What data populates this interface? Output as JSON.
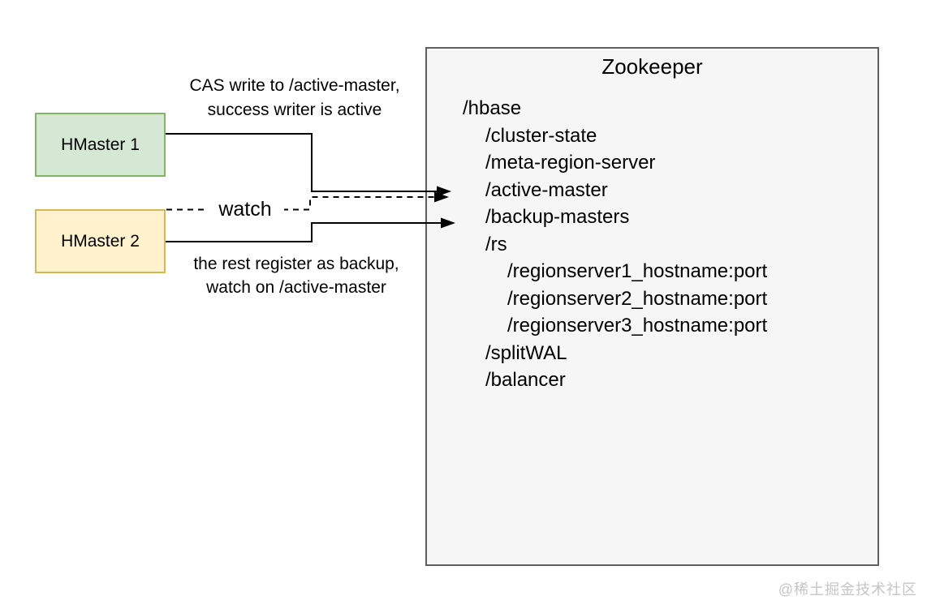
{
  "masters": [
    {
      "label": "HMaster 1",
      "fill": "#d5e8d4",
      "border": "#82b366"
    },
    {
      "label": "HMaster 2",
      "fill": "#fff2cc",
      "border": "#d6b656"
    }
  ],
  "annotations": {
    "cas_line1": "CAS write to /active-master,",
    "cas_line2": "success writer is active",
    "watch_label": "watch",
    "backup_line1": "the rest register as backup,",
    "backup_line2": "watch on /active-master"
  },
  "zookeeper": {
    "title": "Zookeeper",
    "nodes": [
      {
        "label": "/hbase",
        "level": 1
      },
      {
        "label": "/cluster-state",
        "level": 2
      },
      {
        "label": "/meta-region-server",
        "level": 2
      },
      {
        "label": "/active-master",
        "level": 2
      },
      {
        "label": "/backup-masters",
        "level": 2
      },
      {
        "label": "/rs",
        "level": 2
      },
      {
        "label": "/regionserver1_hostname:port",
        "level": 3
      },
      {
        "label": "/regionserver2_hostname:port",
        "level": 3
      },
      {
        "label": "/regionserver3_hostname:port",
        "level": 3
      },
      {
        "label": "/splitWAL",
        "level": 2
      },
      {
        "label": "/balancer",
        "level": 2
      }
    ]
  },
  "watermark": "@稀土掘金技术社区",
  "colors": {
    "hmaster1_fill": "#d5e8d4",
    "hmaster1_border": "#82b366",
    "hmaster2_fill": "#fff2cc",
    "hmaster2_border": "#d6b656",
    "zookeeper_fill": "#f6f6f6",
    "zookeeper_border": "#5f5f5f",
    "connector": "#000000",
    "watermark_text": "#c5c5c5"
  }
}
